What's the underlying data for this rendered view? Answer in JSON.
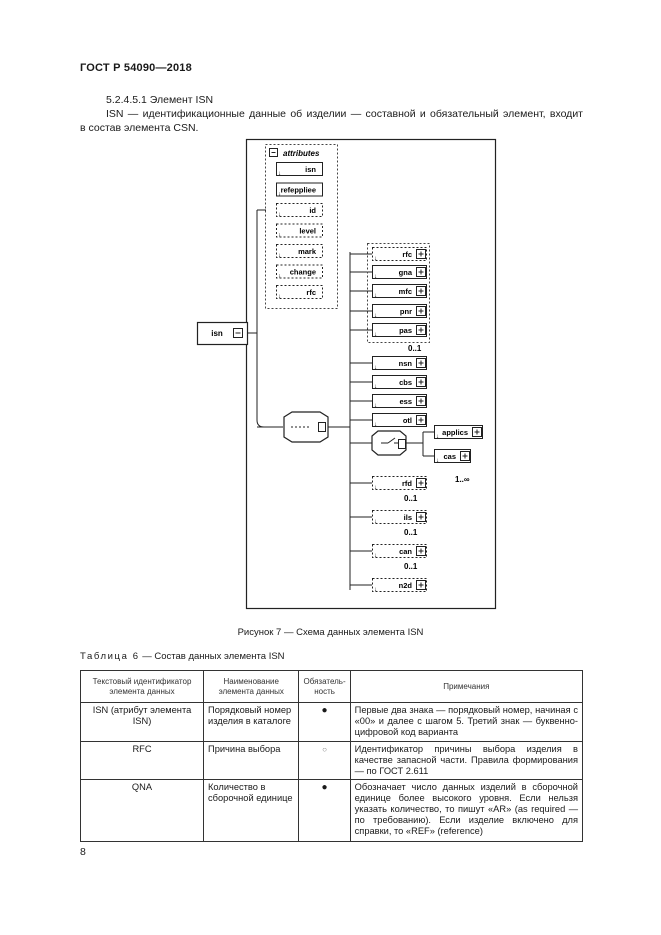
{
  "header": {
    "code": "ГОСТ Р 54090—2018"
  },
  "section": {
    "heading": "5.2.4.5.1 Элемент ISN",
    "paragraph_line1": "ISN — идентификационные данные об изделии — составной и обязательный элемент, входит",
    "paragraph_line2": "в состав элемента CSN."
  },
  "diagram": {
    "root": "isn",
    "attributes_title": "attributes",
    "attributes": [
      "isn",
      "refeppliee",
      "id",
      "level",
      "mark",
      "change",
      "rfc"
    ],
    "sequence_top": [
      "rfc",
      "gna",
      "mfc",
      "pnr",
      "pas"
    ],
    "occurrence_top": "0..1",
    "sequence_mid": [
      "nsn",
      "cbs",
      "ess",
      "otl"
    ],
    "choice_children": [
      "applics",
      "cas"
    ],
    "occurrence_cas": "1..∞",
    "optional_items": [
      "rfd",
      "ils",
      "can",
      "n2d"
    ],
    "occurrence_optional": [
      "0..1",
      "0..1",
      "0..1"
    ]
  },
  "figure": {
    "caption": "Рисунок 7 — Схема данных элемента ISN"
  },
  "table": {
    "title_spaced": "Таблица 6",
    "title_rest": " — Состав данных элемента ISN",
    "headers": [
      "Текстовый идентификатор элемента данных",
      "Наименование элемента данных",
      "Обязатель-ность",
      "Примечания"
    ],
    "rows": [
      {
        "id": "ISN (атрибут элемента ISN)",
        "name": "Порядковый номер изделия в каталоге",
        "required": "●",
        "notes": "Первые два знака — порядковый номер, начиная с «00» и далее с шагом 5. Третий знак — буквенно-цифровой код варианта"
      },
      {
        "id": "RFC",
        "name": "Причина выбора",
        "required": "○",
        "notes": "Идентификатор причины выбора изделия в качестве запасной части. Правила формирования — по ГОСТ 2.611"
      },
      {
        "id": "QNA",
        "name": "Количество в сборочной единице",
        "required": "●",
        "notes": "Обозначает число данных изделий в сборочной единице более высокого уровня. Если нельзя указать количество, то пишут «AR» (as required — по требованию). Если изделие включено для справки, то «REF» (reference)"
      }
    ]
  },
  "page": {
    "number": "8"
  }
}
